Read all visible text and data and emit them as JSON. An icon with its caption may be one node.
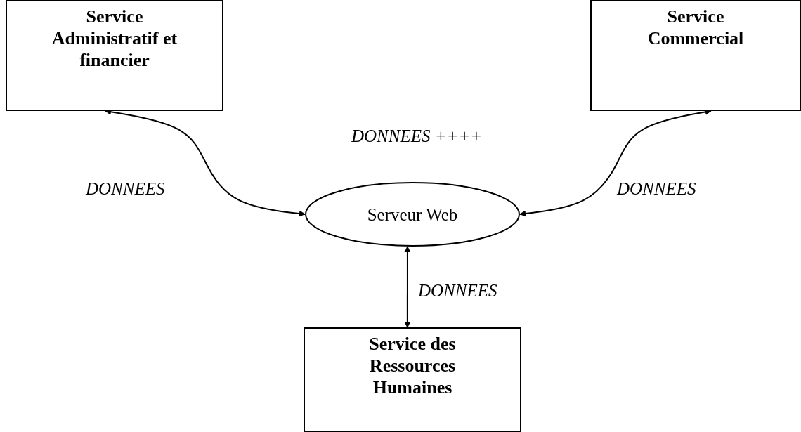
{
  "diagram": {
    "nodes": [
      {
        "text": [
          "Service Administratif et financier"
        ]
      },
      {
        "text": [
          "Service Commercial"
        ]
      },
      {
        "text": [
          "Serveur Web"
        ]
      },
      {
        "text": [
          "Service des Ressources Humaines"
        ]
      }
    ],
    "edges": [
      {
        "from": 0,
        "to": 2,
        "arrow": "both",
        "label": "DONNEES"
      },
      {
        "from": 1,
        "to": 2,
        "arrow": "both",
        "label": "DONNEES"
      },
      {
        "from": 2,
        "to": 3,
        "arrow": "both",
        "label": "DONNEES"
      }
    ],
    "labels": [
      "DONNEES ++++"
    ]
  }
}
